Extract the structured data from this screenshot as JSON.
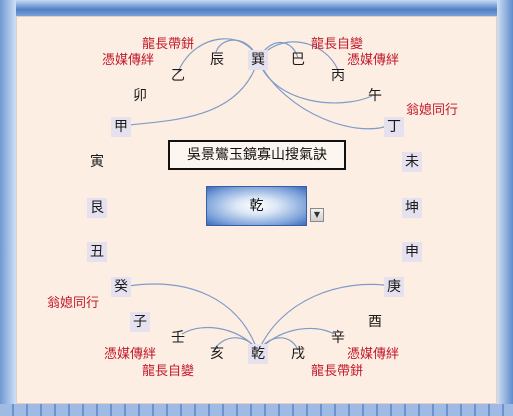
{
  "compass": {
    "title": "吳景鸞玉鏡寡山搜氣訣",
    "selected": "乾",
    "positions": [
      "辰",
      "巽",
      "巳",
      "乙",
      "丙",
      "卯",
      "午",
      "甲",
      "丁",
      "寅",
      "未",
      "艮",
      "坤",
      "丑",
      "申",
      "癸",
      "庚",
      "子",
      "酉",
      "壬",
      "辛",
      "亥",
      "乾",
      "戌"
    ]
  },
  "notes": {
    "top_left_1": "龍長帶鉼",
    "top_left_2": "憑媒傳絆",
    "top_right_1": "龍長自變",
    "top_right_2": "憑媒傳絆",
    "right_mid": "翁媳同行",
    "left_mid": "翁媳同行",
    "bottom_left_1": "憑媒傳絆",
    "bottom_left_2": "龍長自變",
    "bottom_right_1": "憑媒傳絆",
    "bottom_right_2": "龍長帶鉼"
  },
  "colors": {
    "note": "#c0192b",
    "curve": "#7f9cc8",
    "highlight": "#e6e1ef"
  }
}
